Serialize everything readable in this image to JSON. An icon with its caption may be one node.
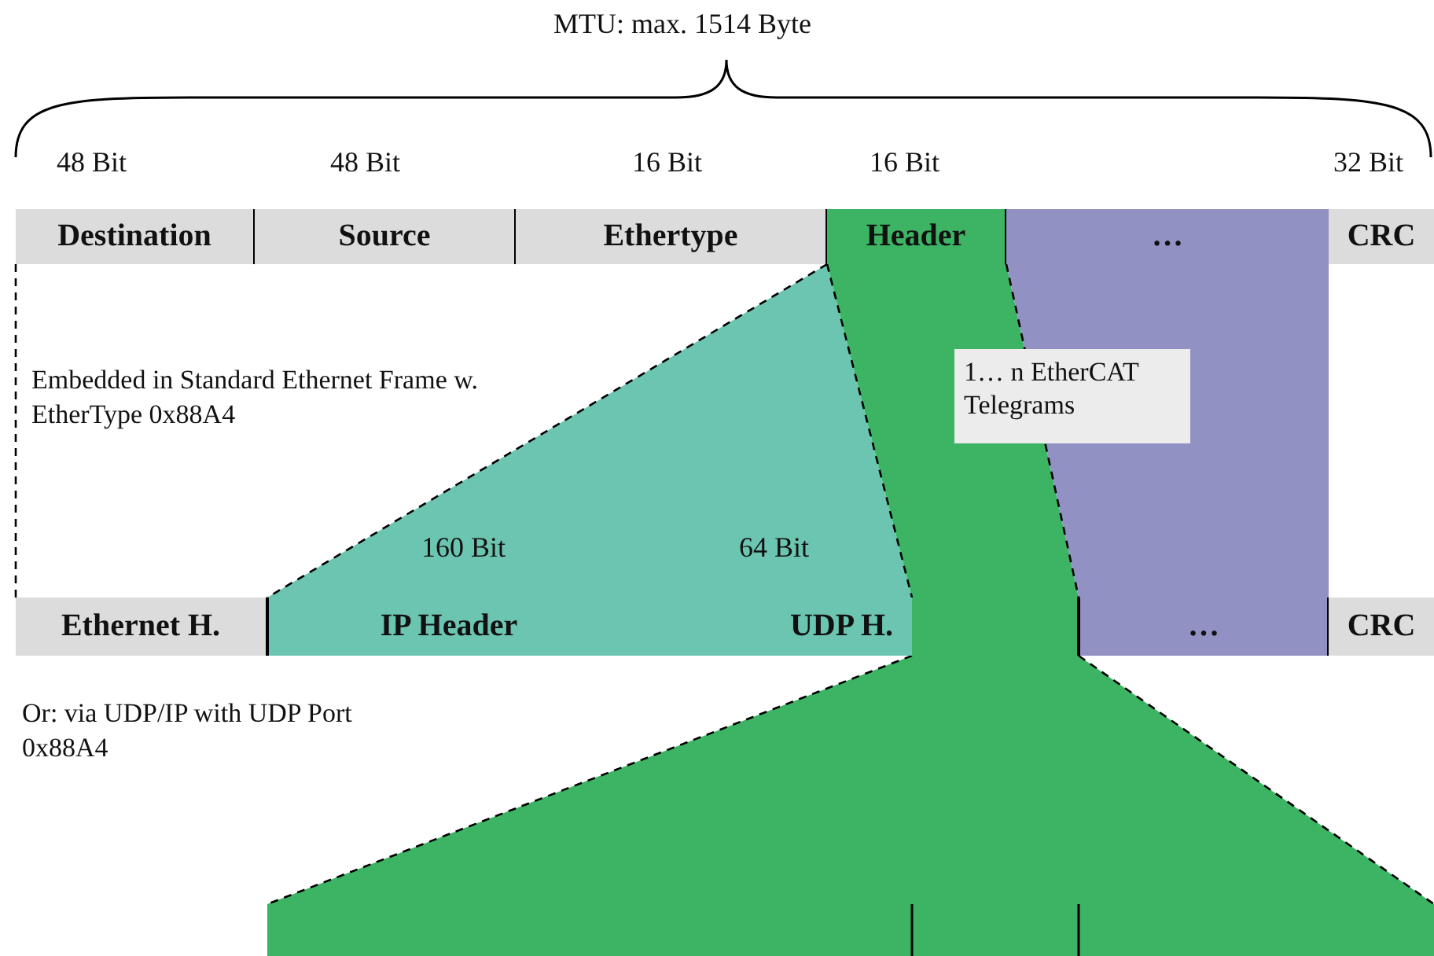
{
  "diagram": {
    "nodes": [
      {
        "text": [
          "Destination"
        ]
      },
      {
        "text": [
          "Source"
        ]
      },
      {
        "text": [
          "Ethertype"
        ]
      },
      {
        "text": [
          "Header"
        ]
      },
      {
        "text": [
          "…"
        ]
      },
      {
        "text": [
          "CRC"
        ]
      },
      {
        "text": [
          "1… n EtherCAT Telegrams"
        ]
      },
      {
        "text": [
          "Ethernet H."
        ]
      },
      {
        "text": [
          "IP Header"
        ]
      },
      {
        "text": [
          "UDP H."
        ]
      },
      {
        "text": [],
        "shape": "box"
      },
      {
        "text": [
          "…"
        ]
      },
      {
        "text": [
          "CRC"
        ]
      }
    ],
    "labels": [
      "MTU: max. 1514 Byte",
      "48 Bit",
      "48 Bit",
      "16 Bit",
      "16 Bit",
      "32 Bit",
      "Embedded in Standard Ethernet Frame w. EtherType 0x88A4",
      "160 Bit",
      "64 Bit",
      "Or: via UDP/IP with UDP Port 0x88A4"
    ]
  }
}
